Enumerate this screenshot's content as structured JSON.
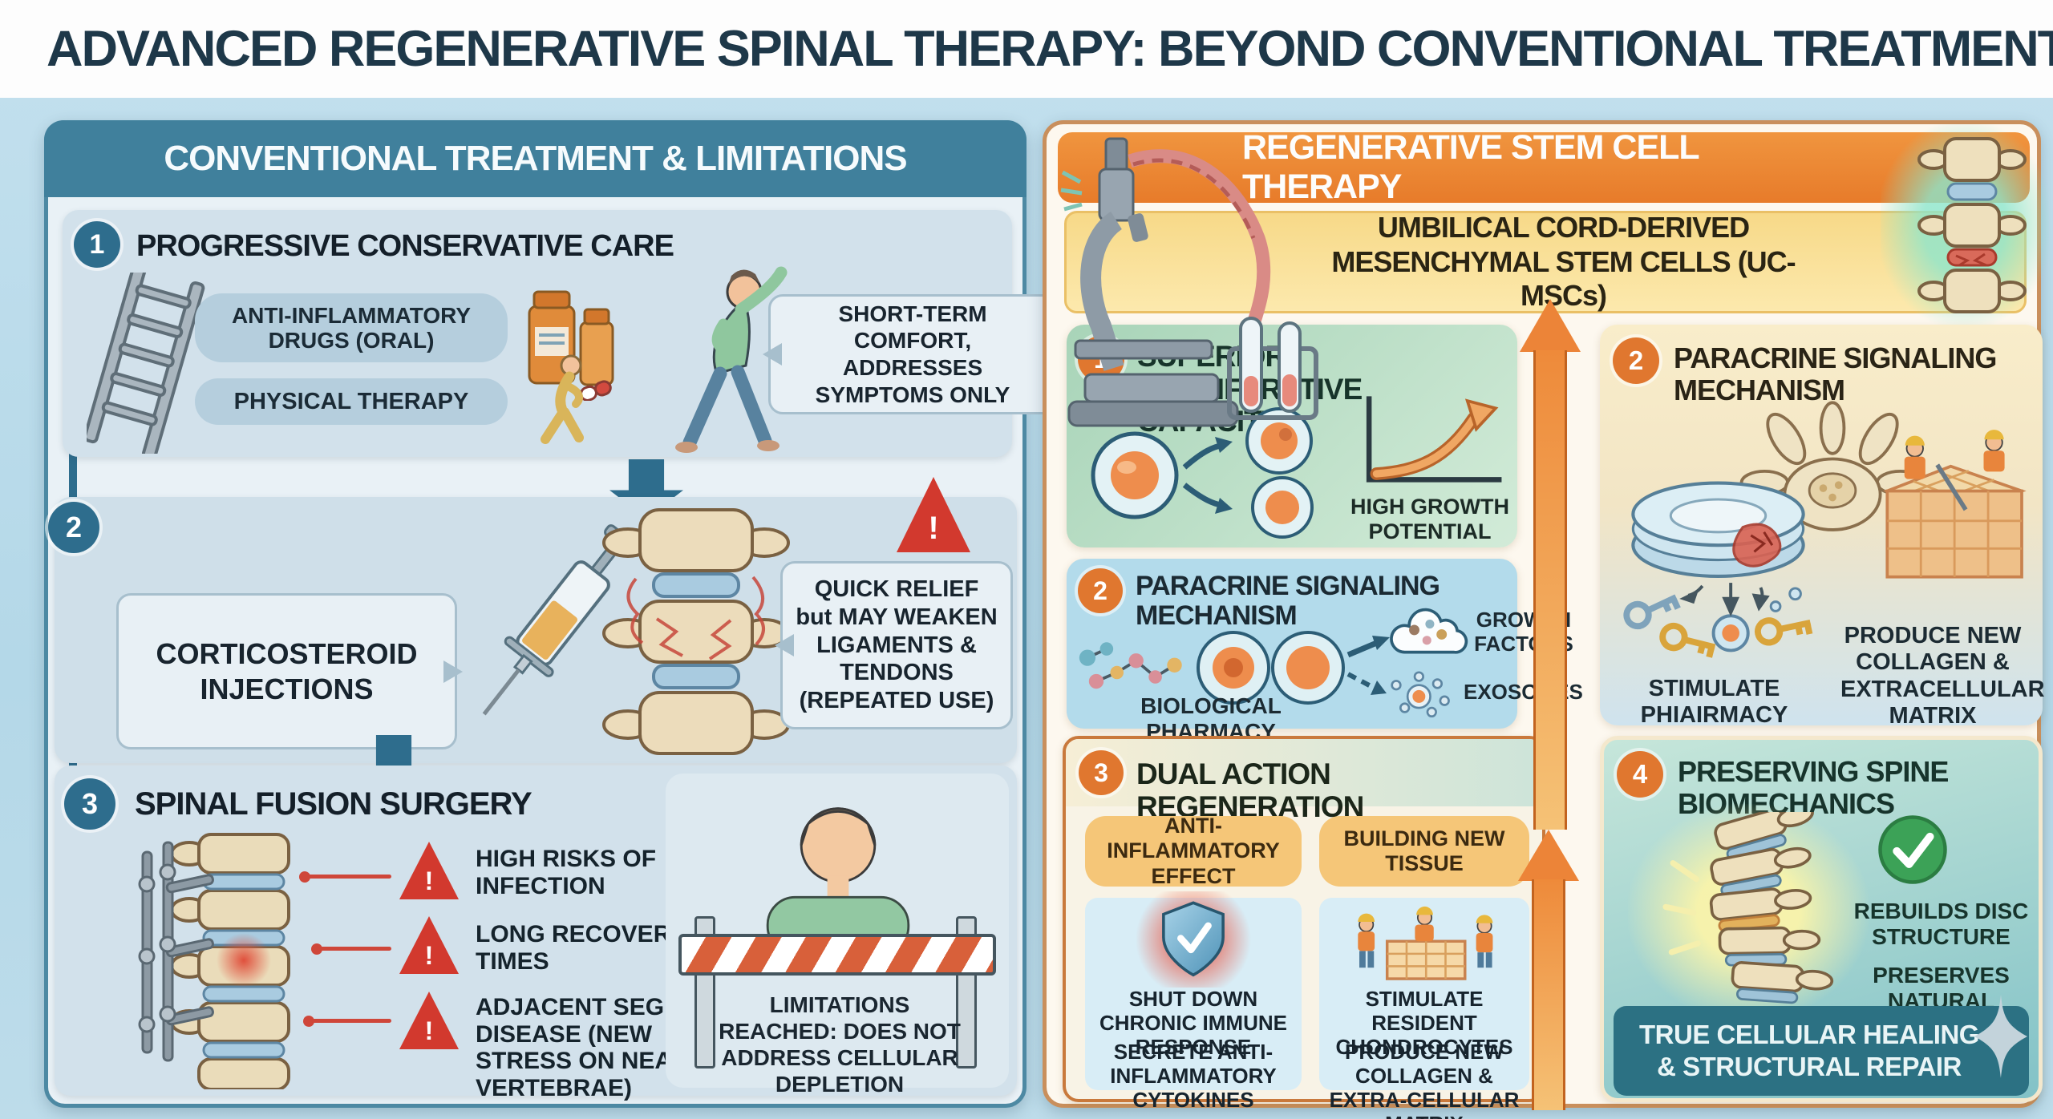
{
  "title": "ADVANCED REGENERATIVE SPINAL THERAPY: BEYOND CONVENTIONAL TREATMENT",
  "left_panel": {
    "header": "CONVENTIONAL TREATMENT & LIMITATIONS",
    "step1": {
      "number": "1",
      "title": "PROGRESSIVE CONSERVATIVE CARE",
      "drug_label": "ANTI-INFLAMMATORY DRUGS (ORAL)",
      "therapy_label": "PHYSICAL THERAPY",
      "bubble": "SHORT-TERM COMFORT, ADDRESSES SYMPTOMS ONLY"
    },
    "step2": {
      "number": "2",
      "label": "CORTICOSTEROID INJECTIONS",
      "warning_glyph": "!",
      "bubble": "QUICK RELIEF but MAY WEAKEN LIGAMENTS & TENDONS (REPEATED USE)"
    },
    "step3": {
      "number": "3",
      "title": "SPINAL FUSION SURGERY",
      "warning_glyph": "!",
      "risks": [
        "HIGH RISKS OF INFECTION",
        "LONG RECOVERY TIMES",
        "ADJACENT SEGMENT DISEASE (NEW STRESS ON NEARBY VERTEBRAE)"
      ],
      "sign": "LIMITATIONS REACHED: DOES NOT ADDRESS CELLULAR DEPLETION"
    }
  },
  "right_panel": {
    "header": "REGENERATIVE STEM CELL THERAPY",
    "banner": "UMBILICAL CORD-DERIVED MESENCHYMAL STEM CELLS (UC-MSCs)",
    "card1": {
      "number": "1",
      "title": "SUPERIOR PROLIFERATIVE CAPACITY",
      "caption": "HIGH GROWTH POTENTIAL"
    },
    "card2": {
      "number": "2",
      "title": "PARACRINE SIGNALING MECHANISM",
      "growth_label": "GROWTH FACTORS",
      "exosomes_label": "EXOSOMES",
      "caption": "BIOLOGICAL PHARMACY"
    },
    "card3": {
      "number": "3",
      "title": "DUAL ACTION REGENERATION",
      "left": {
        "badge": "ANTI-INFLAMMATORY EFFECT",
        "point1": "SHUT DOWN CHRONIC IMMUNE RESPONSE",
        "point2": "SECRETE ANTI-INFLAMMATORY CYTOKINES"
      },
      "right": {
        "badge": "BUILDING NEW TISSUE",
        "point1": "STIMULATE RESIDENT CHONDROCYTES",
        "point2": "PRODUCE NEW COLLAGEN & EXTRA-CELLULAR MATRIX"
      }
    },
    "card2b": {
      "number": "2",
      "title": "PARACRINE SIGNALING MECHANISM",
      "caption_left": "STIMULATE PHIAIRMACY",
      "caption_right": "PRODUCE NEW COLLAGEN & EXTRACELLULAR MATRIX"
    },
    "card4": {
      "number": "4",
      "title": "PRESERVING SPINE BIOMECHANICS",
      "check_glyph": "✓",
      "point1": "REBUILDS DISC STRUCTURE",
      "point2": "PRESERVES NATURAL MOVEMENT",
      "banner": "TRUE CELLULAR HEALING & STRUCTURAL REPAIR"
    }
  },
  "colors": {
    "page_bg": "#b7dae9",
    "title_text": "#1e3849",
    "left_header": "#40809c",
    "teal_accent": "#2e6d8d",
    "warning_red": "#d2392e",
    "right_header_orange": "#e77b2a",
    "banner_yellow": "#f7d988",
    "orange_accent": "#e0772f",
    "teal_banner": "#2c7183",
    "check_green": "#3ca257"
  }
}
